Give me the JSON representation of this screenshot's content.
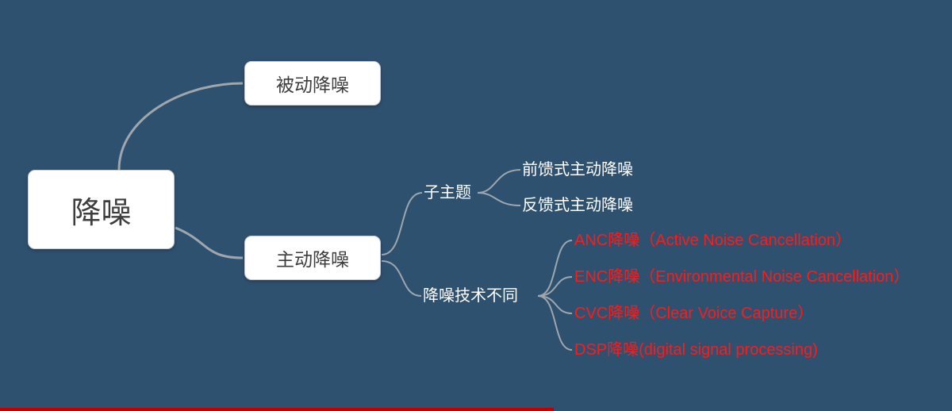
{
  "colors": {
    "background": "#2F5170",
    "connector": "#9FA6AC",
    "node_bg": "#FFFFFF",
    "node_text": "#3D3D3D",
    "child_text": "#FFFFFF",
    "highlight_text": "#FF1A1A",
    "bottom_line": "#C00000"
  },
  "root": {
    "label": "降噪"
  },
  "branches": {
    "passive": {
      "label": "被动降噪"
    },
    "active": {
      "label": "主动降噪"
    }
  },
  "subtopic": {
    "label": "子主题",
    "children": [
      {
        "label": "前馈式主动降噪"
      },
      {
        "label": "反馈式主动降噪"
      }
    ]
  },
  "technique": {
    "label": "降噪技术不同",
    "children": [
      {
        "label": "ANC降噪（Active Noise Cancellation）"
      },
      {
        "label": "ENC降噪（Environmental Noise Cancellation）"
      },
      {
        "label": "CVC降噪（Clear Voice Capture）"
      },
      {
        "label": "DSP降噪(digital signal processing)"
      }
    ]
  }
}
